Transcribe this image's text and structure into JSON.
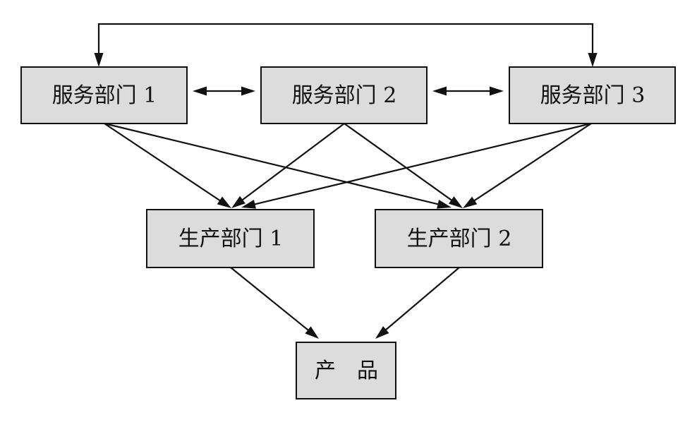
{
  "diagram": {
    "nodes": [
      {
        "id": "s1",
        "label": "服务部门 1"
      },
      {
        "id": "s2",
        "label": "服务部门 2"
      },
      {
        "id": "s3",
        "label": "服务部门 3"
      },
      {
        "id": "p1",
        "label": "生产部门 1"
      },
      {
        "id": "p2",
        "label": "生产部门 2"
      },
      {
        "id": "prod",
        "label": "产　品"
      }
    ],
    "edges": [
      {
        "from": "s1",
        "to": "s3",
        "kind": "top-loop-both"
      },
      {
        "from": "s1",
        "to": "s2",
        "kind": "bidirectional"
      },
      {
        "from": "s2",
        "to": "s3",
        "kind": "bidirectional"
      },
      {
        "from": "s1",
        "to": "p1",
        "kind": "directed"
      },
      {
        "from": "s1",
        "to": "p2",
        "kind": "directed"
      },
      {
        "from": "s2",
        "to": "p1",
        "kind": "directed"
      },
      {
        "from": "s2",
        "to": "p2",
        "kind": "directed"
      },
      {
        "from": "s3",
        "to": "p1",
        "kind": "directed"
      },
      {
        "from": "s3",
        "to": "p2",
        "kind": "directed"
      },
      {
        "from": "p1",
        "to": "prod",
        "kind": "directed"
      },
      {
        "from": "p2",
        "to": "prod",
        "kind": "directed"
      }
    ]
  }
}
